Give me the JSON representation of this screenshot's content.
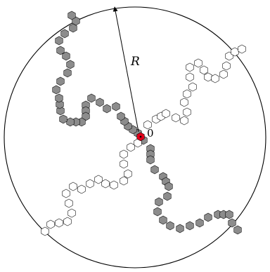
{
  "labels": {
    "radius": "R",
    "origin": "0"
  },
  "colors": {
    "background": "#ffffff",
    "stroke": "#000000",
    "filled_cell": "#8c8c8c",
    "empty_cell": "#ffffff",
    "origin_cell": "#e0001a"
  },
  "arms": [
    {
      "name": "upper-left",
      "fill": "gray"
    },
    {
      "name": "lower-right",
      "fill": "gray"
    },
    {
      "name": "upper-right",
      "fill": "white"
    },
    {
      "name": "lower-left",
      "fill": "white"
    }
  ],
  "icons": {
    "arrow": "arrowhead-icon"
  }
}
